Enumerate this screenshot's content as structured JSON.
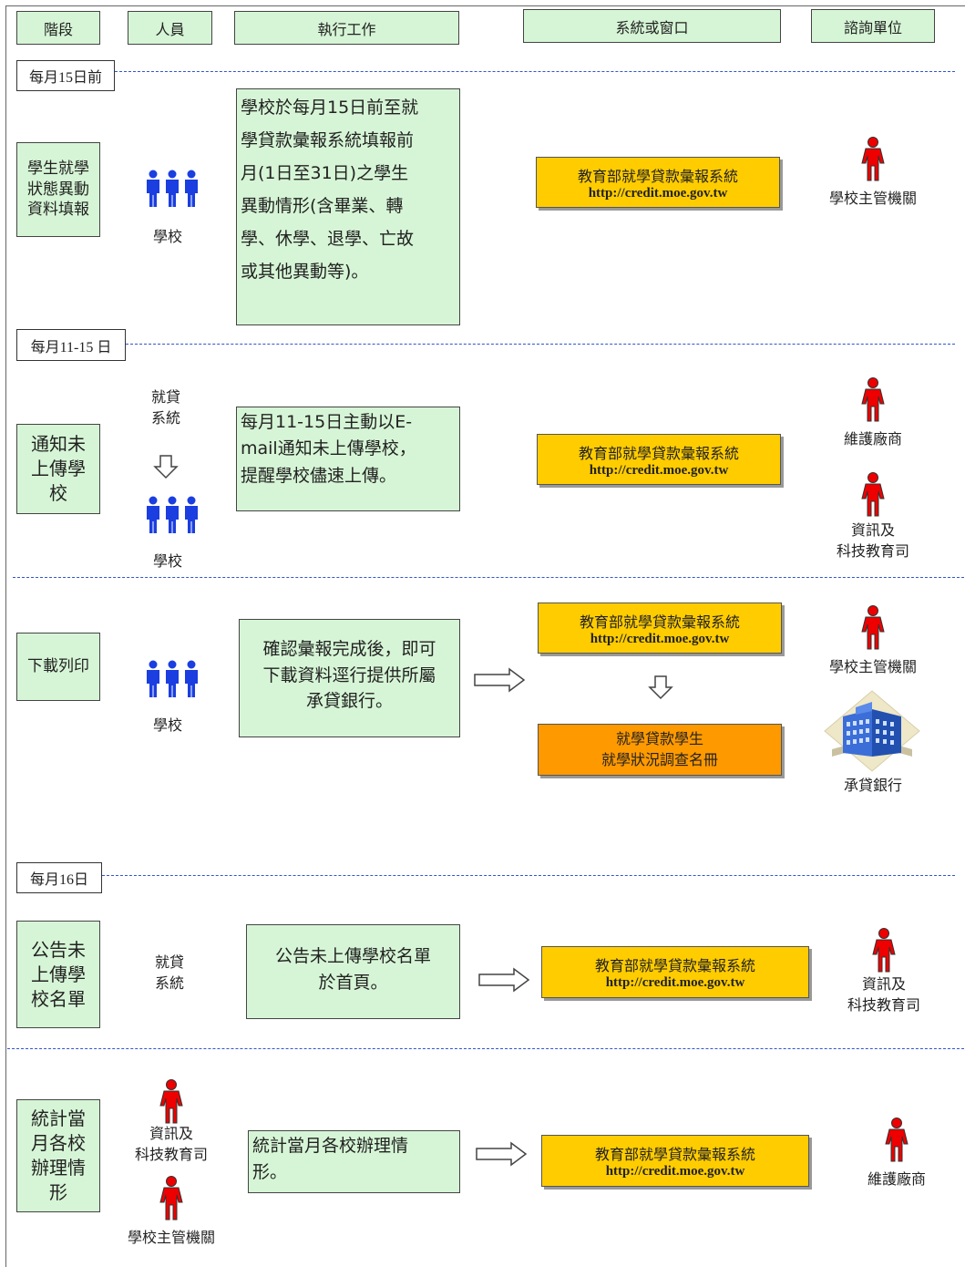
{
  "headers": [
    "階段",
    "人員",
    "執行工作",
    "系統或窗口",
    "諮詢單位"
  ],
  "dates": [
    "每月15日前",
    "每月11-15 日",
    "每月16日"
  ],
  "system": {
    "name": "教育部就學貸款彙報系統",
    "url": "http://credit.moe.gov.tw"
  },
  "rows": [
    {
      "stage": "學生就學\n狀態異動\n資料填報",
      "people": [
        "學校"
      ],
      "task": "學校於每月15日前至就\n學貸款彙報系統填報前\n月(1日至31日)之學生\n異動情形(含畢業、轉\n學、休學、退學、亡故\n或其他異動等)。",
      "consult": [
        "學校主管機關"
      ]
    },
    {
      "stage": "通知未\n上傳學\n校",
      "people": [
        "就貸\n系統",
        "學校"
      ],
      "task": "每月11-15日主動以E-\nmail通知未上傳學校，\n提醒學校儘速上傳。",
      "consult": [
        "維護廠商",
        "資訊及\n科技教育司"
      ]
    },
    {
      "stage": "下載列印",
      "people": [
        "學校"
      ],
      "task": "確認彙報完成後，即可\n下載資料逕行提供所屬\n承貸銀行。",
      "output": "就學貸款學生\n就學狀況調查名冊",
      "consult": [
        "學校主管機關",
        "承貸銀行"
      ]
    },
    {
      "stage": "公告未\n上傳學\n校名單",
      "people": [
        "就貸\n系統"
      ],
      "task": "公告未上傳學校名單\n於首頁。",
      "consult": [
        "資訊及\n科技教育司"
      ]
    },
    {
      "stage": "統計當\n月各校\n辦理情\n形",
      "people": [
        "資訊及\n科技教育司",
        "學校主管機關"
      ],
      "task": "統計當月各校辦理情\n形。",
      "consult": [
        "維護廠商"
      ]
    }
  ]
}
